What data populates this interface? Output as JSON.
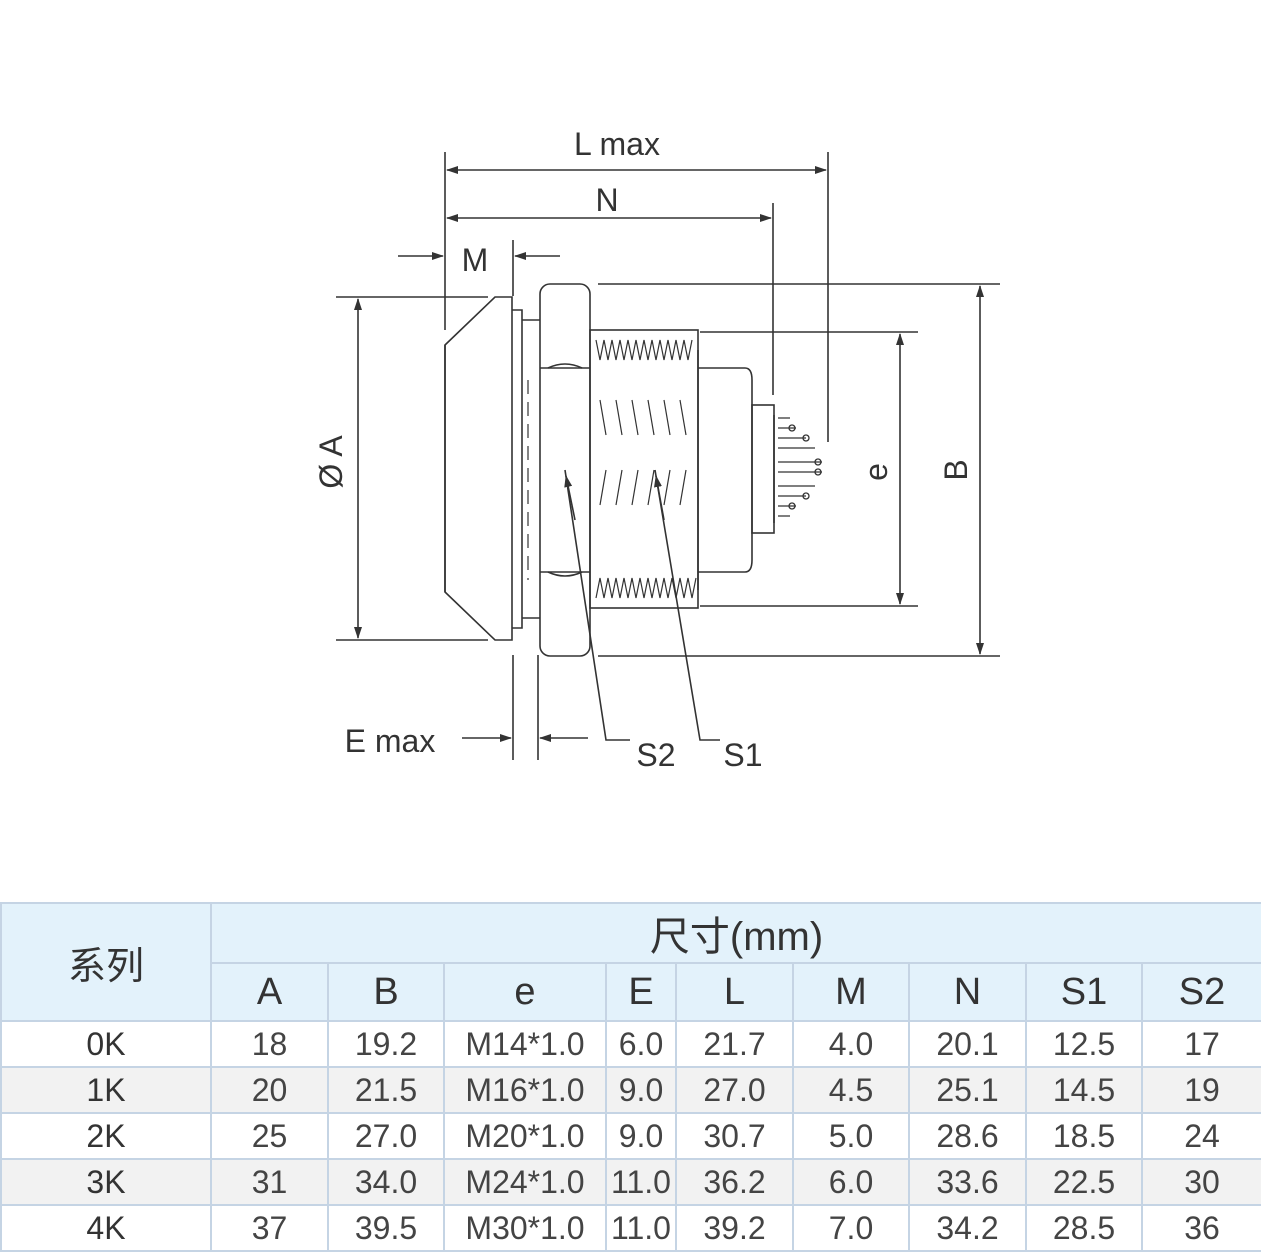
{
  "drawing": {
    "labels": {
      "l_max": "L max",
      "n": "N",
      "m": "M",
      "dia_a": "Ø A",
      "e_small": "e",
      "b": "B",
      "e_max": "E max",
      "s2": "S2",
      "s1": "S1"
    }
  },
  "table": {
    "series_header": "系列",
    "unit_header": "尺寸(mm)",
    "columns": [
      "A",
      "B",
      "e",
      "E",
      "L",
      "M",
      "N",
      "S1",
      "S2"
    ],
    "rows": [
      {
        "series": "0K",
        "values": [
          "18",
          "19.2",
          "M14*1.0",
          "6.0",
          "21.7",
          "4.0",
          "20.1",
          "12.5",
          "17"
        ]
      },
      {
        "series": "1K",
        "values": [
          "20",
          "21.5",
          "M16*1.0",
          "9.0",
          "27.0",
          "4.5",
          "25.1",
          "14.5",
          "19"
        ]
      },
      {
        "series": "2K",
        "values": [
          "25",
          "27.0",
          "M20*1.0",
          "9.0",
          "30.7",
          "5.0",
          "28.6",
          "18.5",
          "24"
        ]
      },
      {
        "series": "3K",
        "values": [
          "31",
          "34.0",
          "M24*1.0",
          "11.0",
          "36.2",
          "6.0",
          "33.6",
          "22.5",
          "30"
        ]
      },
      {
        "series": "4K",
        "values": [
          "37",
          "39.5",
          "M30*1.0",
          "11.0",
          "39.2",
          "7.0",
          "34.2",
          "28.5",
          "36"
        ]
      }
    ]
  }
}
